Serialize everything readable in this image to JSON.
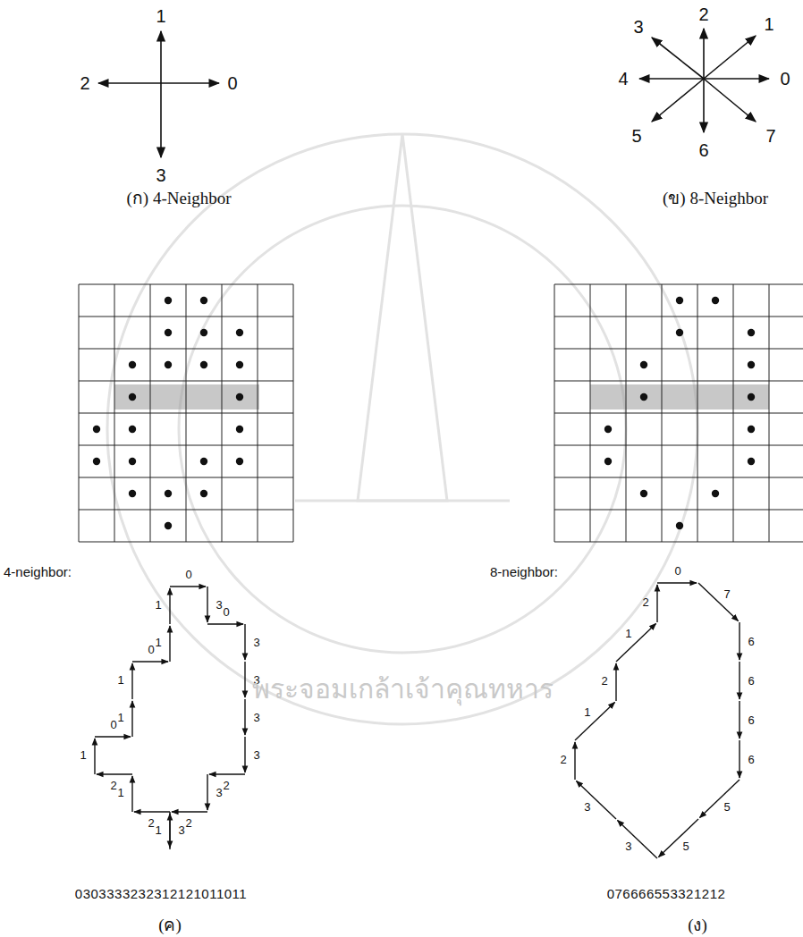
{
  "diagram": {
    "labels": [
      "1",
      "2",
      "0",
      "3",
      "(ก) 4-Neighbor",
      "3",
      "2",
      "1",
      "4",
      "0",
      "5",
      "6",
      "7",
      "(ข) 8-Neighbor",
      "4-neighbor:",
      "0",
      "3",
      "0",
      "3",
      "3",
      "3",
      "3",
      "2",
      "3",
      "2",
      "3",
      "1",
      "2",
      "1",
      "2",
      "1",
      "0",
      "1",
      "1",
      "0",
      "1",
      "1",
      "0303333232312121011011",
      "(ค)",
      "8-neighbor:",
      "0",
      "7",
      "6",
      "6",
      "6",
      "6",
      "5",
      "5",
      "3",
      "3",
      "2",
      "1",
      "2",
      "1",
      "2",
      "076666553321212",
      "(ง)",
      "พระจอมเกล้าเจ้าคุณทหาร"
    ]
  }
}
